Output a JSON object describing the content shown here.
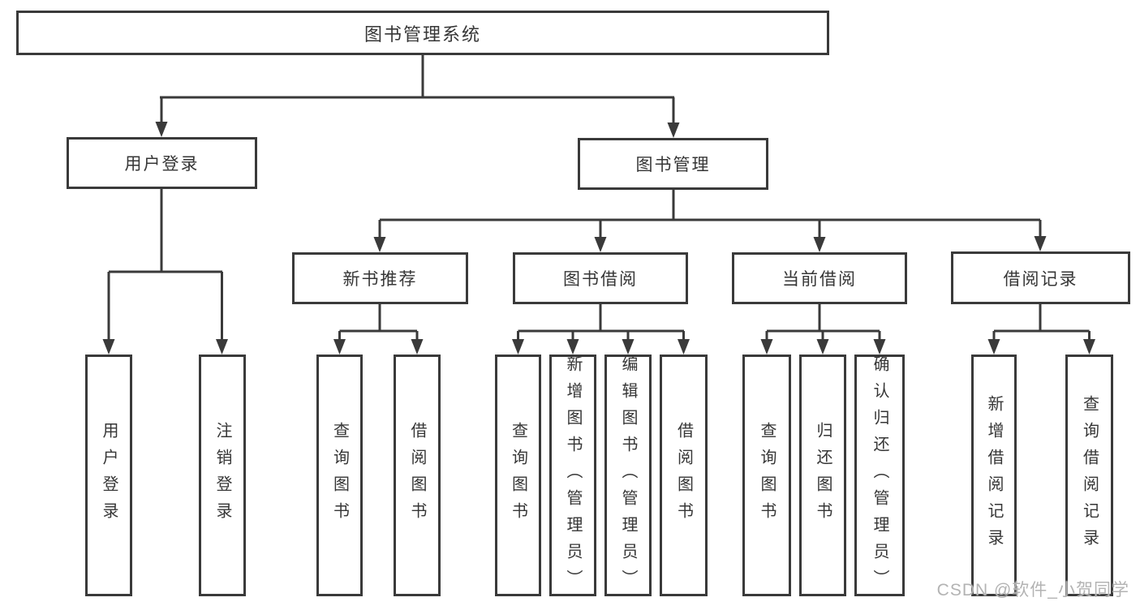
{
  "diagram": {
    "root": {
      "label": "图书管理系统"
    },
    "branches": [
      {
        "label": "用户登录",
        "leaves": [
          {
            "label": "用户登录"
          },
          {
            "label": "注销登录"
          }
        ]
      },
      {
        "label": "图书管理",
        "groups": [
          {
            "label": "新书推荐",
            "leaves": [
              {
                "label": "查询图书"
              },
              {
                "label": "借阅图书"
              }
            ]
          },
          {
            "label": "图书借阅",
            "leaves": [
              {
                "label": "查询图书"
              },
              {
                "label": "新增图书（管理员）"
              },
              {
                "label": "编辑图书（管理员）"
              },
              {
                "label": "借阅图书"
              }
            ]
          },
          {
            "label": "当前借阅",
            "leaves": [
              {
                "label": "查询图书"
              },
              {
                "label": "归还图书"
              },
              {
                "label": "确认归还（管理员）"
              }
            ]
          },
          {
            "label": "借阅记录",
            "leaves": [
              {
                "label": "新增借阅记录"
              },
              {
                "label": "查询借阅记录"
              }
            ]
          }
        ]
      }
    ]
  },
  "watermark": "CSDN @软件_小贺同学",
  "colors": {
    "line": "#3a3a3a",
    "box_border": "#3a3a3a",
    "text": "#363636",
    "watermark": "#b3b3b3",
    "background": "#ffffff"
  }
}
